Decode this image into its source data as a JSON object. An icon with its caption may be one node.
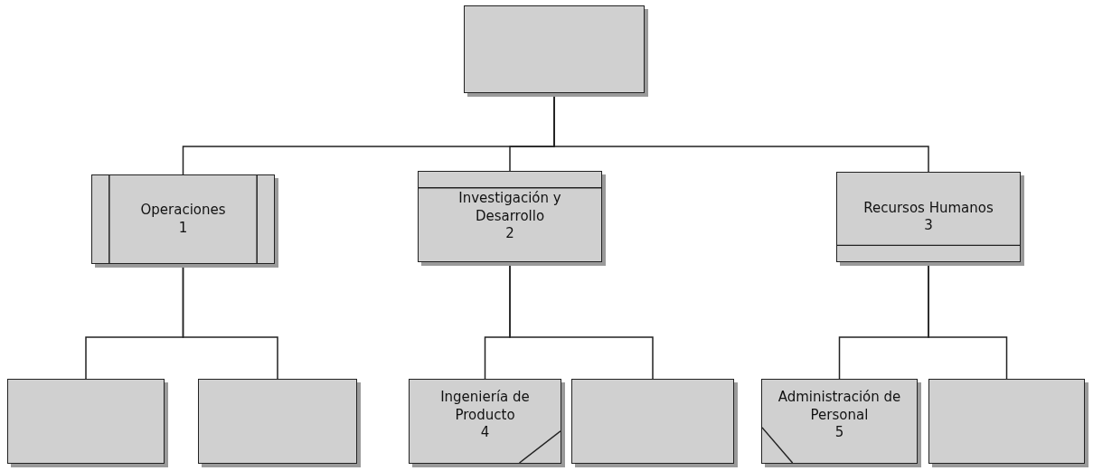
{
  "diagram": {
    "nodes": [
      {
        "text": [],
        "shape": "box"
      },
      {
        "text": [
          "Operaciones",
          "1"
        ]
      },
      {
        "text": [
          "Investigación y Desarrollo",
          "2"
        ]
      },
      {
        "text": [
          "Recursos Humanos",
          "3"
        ]
      },
      {
        "text": [],
        "shape": "box"
      },
      {
        "text": [],
        "shape": "box"
      },
      {
        "text": [
          "Ingeniería de Producto",
          "4"
        ]
      },
      {
        "text": [],
        "shape": "box"
      },
      {
        "text": [
          "Administración de Personal",
          "5"
        ]
      },
      {
        "text": [],
        "shape": "box"
      }
    ],
    "edges": [
      {
        "from": 0,
        "to": 1,
        "arrow": "none"
      },
      {
        "from": 0,
        "to": 2,
        "arrow": "none"
      },
      {
        "from": 0,
        "to": 3,
        "arrow": "none"
      },
      {
        "from": 1,
        "to": 4,
        "arrow": "none"
      },
      {
        "from": 1,
        "to": 5,
        "arrow": "none"
      },
      {
        "from": 2,
        "to": 6,
        "arrow": "none"
      },
      {
        "from": 2,
        "to": 7,
        "arrow": "none"
      },
      {
        "from": 3,
        "to": 8,
        "arrow": "none"
      },
      {
        "from": 3,
        "to": 9,
        "arrow": "none"
      }
    ]
  }
}
